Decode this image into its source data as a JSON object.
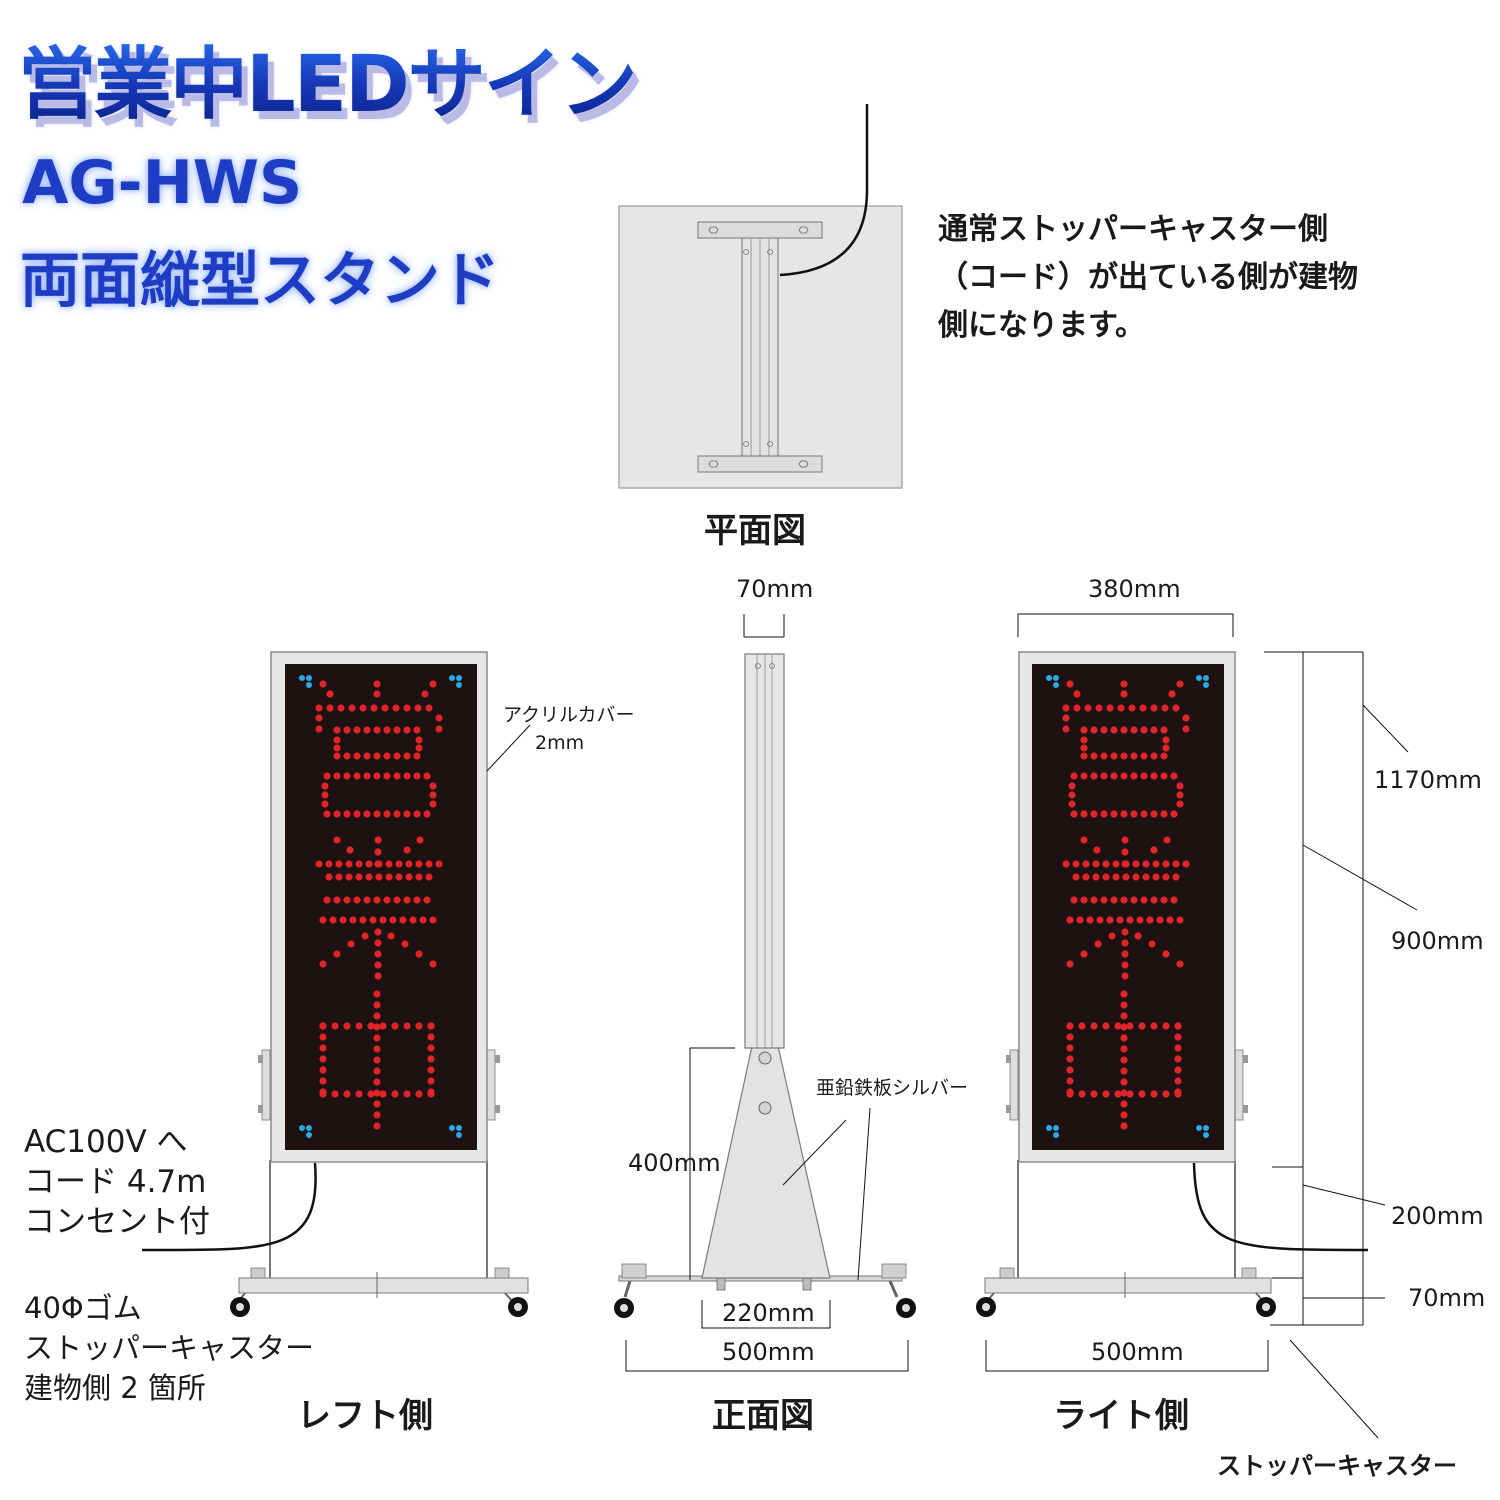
{
  "header": {
    "title": "営業中LEDサイン",
    "model": "AG-HWS",
    "subtitle": "両面縦型スタンド"
  },
  "note": {
    "lines": [
      "通常ストッパーキャスター側",
      "（コード）が出ている側が建物",
      "側になります。"
    ]
  },
  "views": {
    "plan": "平面図",
    "left": "レフト側",
    "front": "正面図",
    "right": "ライト側"
  },
  "labels": {
    "acrylic": "アクリルカバー",
    "acrylic_thickness": "2mm",
    "zinc_plate": "亜鉛鉄板シルバー",
    "stopper_caster": "ストッパーキャスター"
  },
  "left_spec": {
    "power": [
      "AC100V へ",
      "コード 4.7m",
      "コンセント付"
    ],
    "caster": [
      "40Φゴム",
      "ストッパーキャスター",
      "建物側 2 箇所"
    ]
  },
  "dimensions": {
    "pole_width": "70mm",
    "sign_width": "380mm",
    "total_height": "1170mm",
    "sign_height": "900mm",
    "gap_height": "200mm",
    "base_height": "70mm",
    "base_plate_height": "400mm",
    "base_plate_width": "220mm",
    "front_base_width": "500mm",
    "right_base_width": "500mm"
  },
  "sign_text": "営業中",
  "colors": {
    "led_red": "#e0242a",
    "led_blue": "#29a9e6",
    "panel": "#1d1111",
    "frame": "#e7e7e7",
    "title_blue": "#1948c8"
  }
}
